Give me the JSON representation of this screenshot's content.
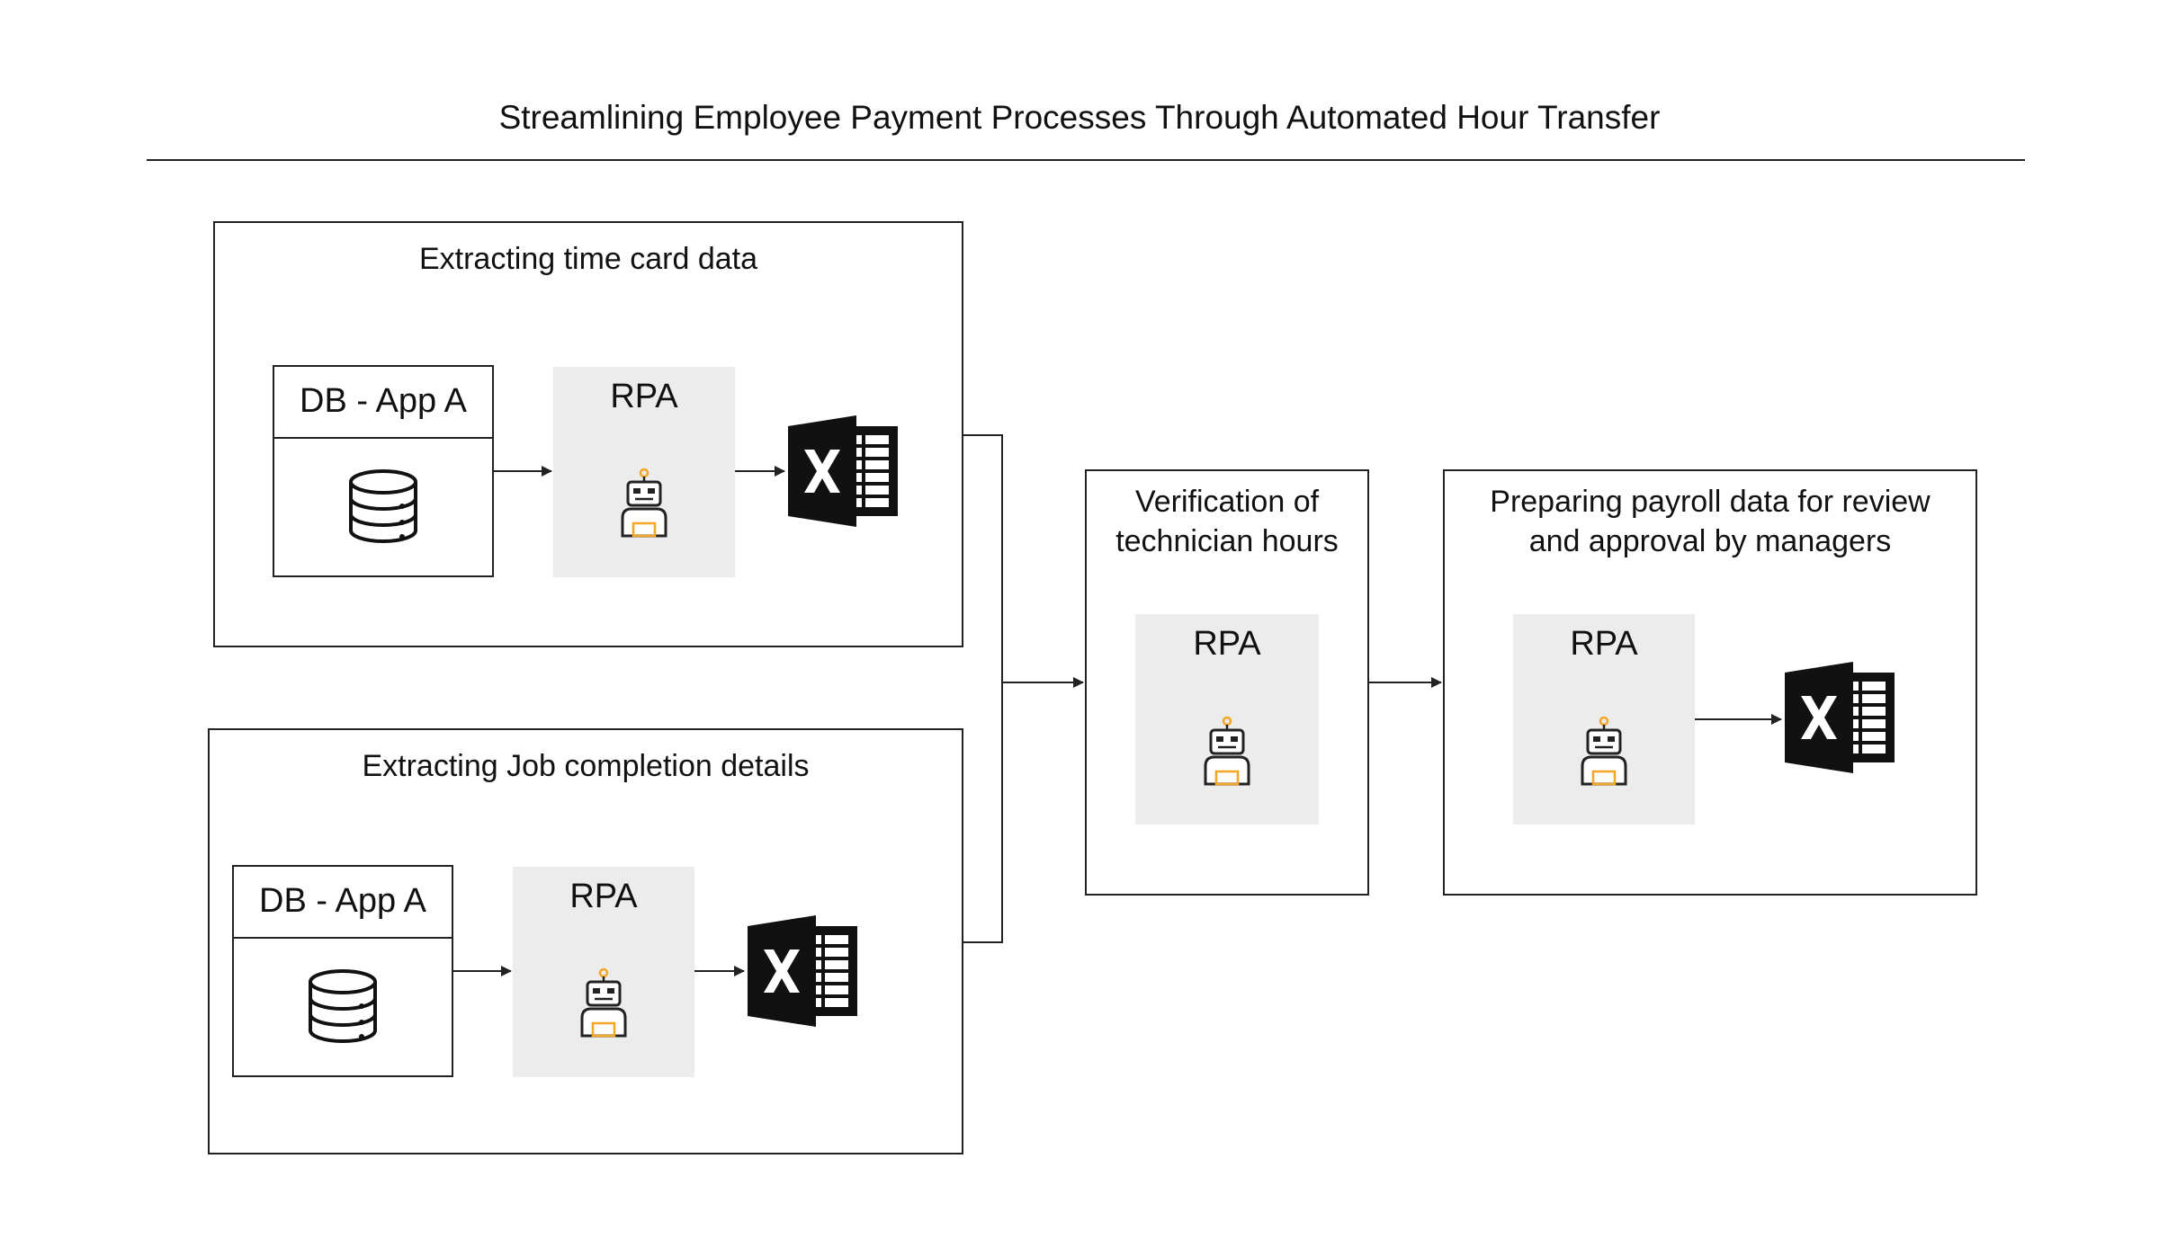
{
  "title": "Streamlining Employee Payment Processes Through Automated Hour Transfer",
  "panels": {
    "time_card": {
      "title": "Extracting time card data",
      "db_label": "DB - App A",
      "rpa_label": "RPA"
    },
    "job_completion": {
      "title": "Extracting Job completion details",
      "db_label": "DB - App A",
      "rpa_label": "RPA"
    },
    "verification": {
      "title_line1": "Verification of",
      "title_line2": "technician hours",
      "rpa_label": "RPA"
    },
    "payroll": {
      "title_line1": "Preparing payroll data for review",
      "title_line2": "and approval by managers",
      "rpa_label": "RPA"
    }
  },
  "icons": {
    "database": "database-icon",
    "robot": "robot-icon",
    "spreadsheet": "excel-icon"
  },
  "colors": {
    "rpa_fill": "#ececec",
    "robot_accent": "#f5a623",
    "line": "#222222"
  }
}
